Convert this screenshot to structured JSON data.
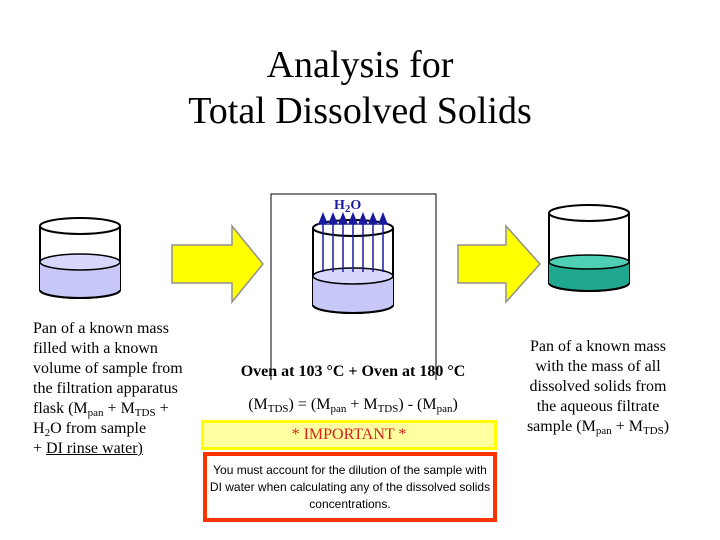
{
  "title": {
    "line1": "Analysis for",
    "line2": "Total Dissolved Solids"
  },
  "left_description": {
    "l1": "Pan of a known mass",
    "l2": "filled with a known",
    "l3": "volume of sample from",
    "l4": "the filtration apparatus",
    "l5_a": "flask (M",
    "l5_sub1": "pan",
    "l5_b": " + M",
    "l5_sub2": "TDS",
    "l5_c": " +",
    "l6_a": "H",
    "l6_sub": "2",
    "l6_b": "O from sample",
    "l7_a": "+ ",
    "l7_b": "DI rinse water)"
  },
  "evaporation": {
    "h2o_a": "H",
    "h2o_sub": "2",
    "h2o_b": "O"
  },
  "oven": {
    "temps": "Oven at 103 °C + Oven at 180 °C",
    "formula_a": "(M",
    "formula_sub1": "TDS",
    "formula_b": ") = (M",
    "formula_sub2": "pan",
    "formula_c": " + M",
    "formula_sub3": "TDS",
    "formula_d": ") - (M",
    "formula_sub4": "pan",
    "formula_e": ")"
  },
  "important": {
    "label": "* IMPORTANT *",
    "note": "You must account for the dilution of the sample with DI water when calculating any of the dissolved solids concentrations."
  },
  "right_description": {
    "l1": "Pan of a known mass",
    "l2": "with the mass of  all",
    "l3": "dissolved solids from",
    "l4": "the aqueous filtrate",
    "l5_a": "sample (M",
    "l5_sub1": "pan",
    "l5_b": " + M",
    "l5_sub2": "TDS",
    "l5_c": ")"
  },
  "colors": {
    "liquid": "#c8c8f8",
    "residue": "#1fa88f",
    "arrow_fill": "#ffff00",
    "arrow_stroke": "#909090",
    "important_text": "#d81f1f",
    "note_border": "#ff3300",
    "vapor_arrows": "#1a1aa0"
  }
}
